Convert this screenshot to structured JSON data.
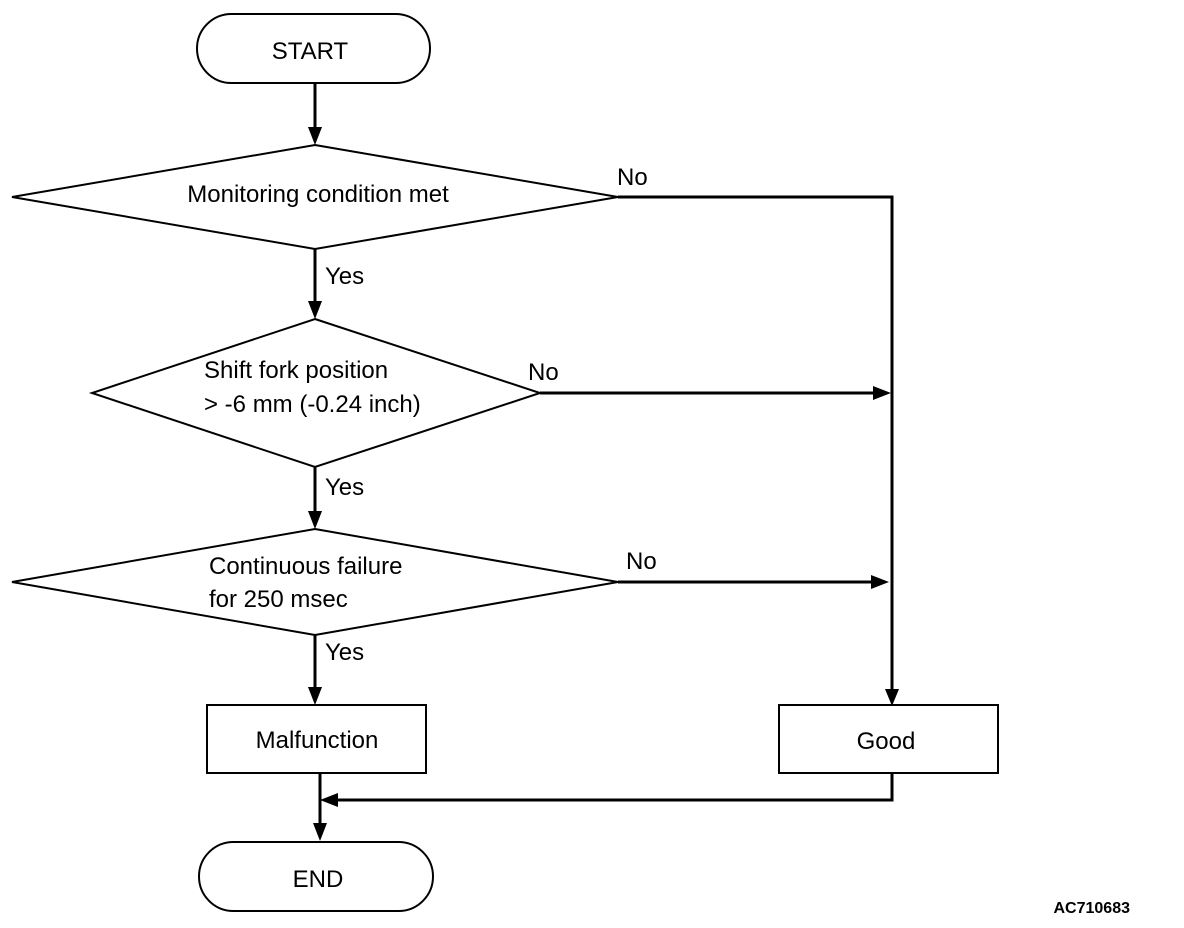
{
  "flowchart": {
    "nodes": {
      "start": {
        "label": "START"
      },
      "monitoring": {
        "label": "Monitoring condition met"
      },
      "shift_fork": {
        "line1": "Shift fork position",
        "line2": "> -6 mm (-0.24 inch)"
      },
      "continuous": {
        "line1": "Continuous failure",
        "line2": "for 250 msec"
      },
      "malfunction": {
        "label": "Malfunction"
      },
      "good": {
        "label": "Good"
      },
      "end": {
        "label": "END"
      }
    },
    "edges": {
      "monitoring_yes": "Yes",
      "monitoring_no": "No",
      "shift_fork_yes": "Yes",
      "shift_fork_no": "No",
      "continuous_yes": "Yes",
      "continuous_no": "No"
    },
    "figure_code": "AC710683"
  }
}
